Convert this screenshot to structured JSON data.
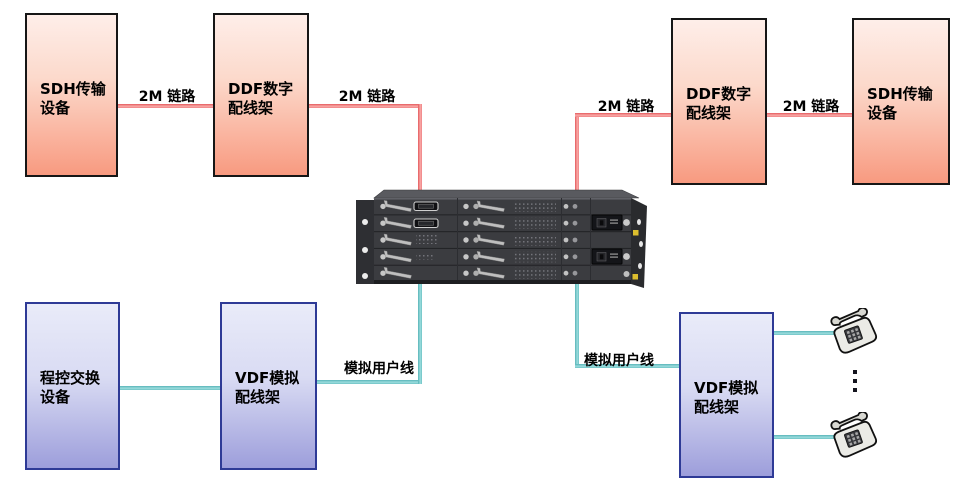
{
  "nodes": {
    "sdh_left": {
      "label": "SDH传输\n设备"
    },
    "ddf_left": {
      "label": "DDF数字\n配线架"
    },
    "ddf_right": {
      "label": "DDF数字\n配线架"
    },
    "sdh_right": {
      "label": "SDH传输\n设备"
    },
    "pbx": {
      "label": "程控交换\n设备"
    },
    "vdf_left": {
      "label": "VDF模拟\n配线架"
    },
    "vdf_right": {
      "label": "VDF模拟\n配线架"
    }
  },
  "links": {
    "m2_1": "2M 链路",
    "m2_2": "2M 链路",
    "m2_3": "2M 链路",
    "m2_4": "2M 链路",
    "analog_left": "模拟用户线",
    "analog_right": "模拟用户线"
  },
  "icons": {
    "device": "media-gateway-chassis",
    "telephone": "telephone-icon",
    "ellipsis": "vertical-ellipsis-icon"
  },
  "colors": {
    "link_2m": "#ef8486",
    "link_analog": "#6fc3c6",
    "salmon_top": "#feeee9",
    "salmon_bottom": "#f89a80",
    "salmon_border": "#161616",
    "purple_top": "#e9ebf9",
    "purple_bottom": "#9d9edb",
    "purple_border": "#2e3a96",
    "chassis_body": "#3b3c40"
  }
}
